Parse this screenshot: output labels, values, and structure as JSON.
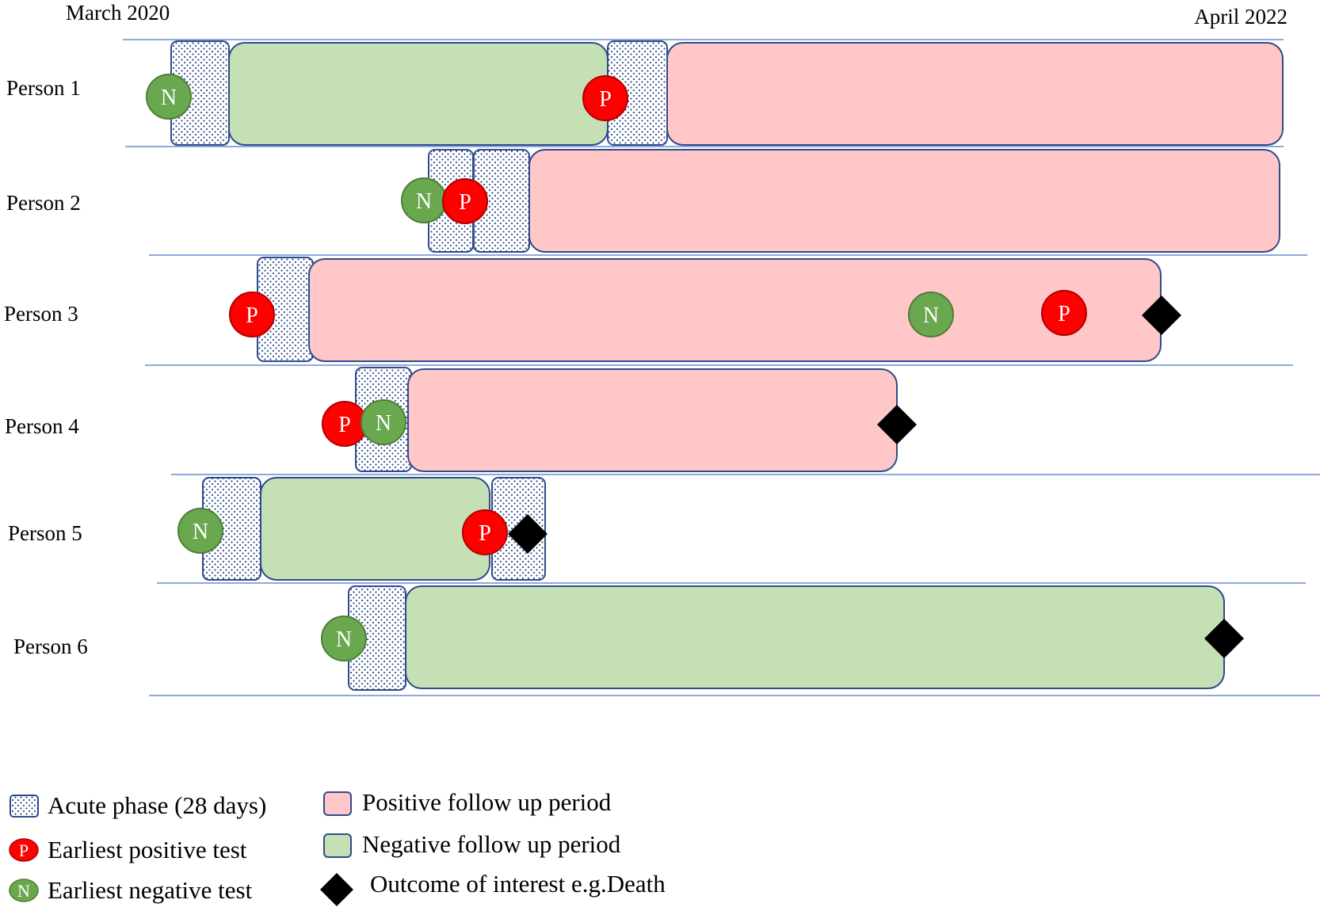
{
  "header": {
    "start_label": "March 2020",
    "end_label": "April 2022"
  },
  "markers": {
    "positive_letter": "P",
    "negative_letter": "N"
  },
  "colors": {
    "positive_fill": "#ffc7c7",
    "negative_fill": "#c5e0b4",
    "bar_stroke": "#2f4b8c",
    "acute_dot": "#2f4b8c",
    "positive_marker": "#ff0000",
    "negative_marker": "#6aa84f",
    "outcome": "#000000",
    "divider": "#8ea9db"
  },
  "persons": [
    {
      "label": "Person 1"
    },
    {
      "label": "Person 2"
    },
    {
      "label": "Person 3"
    },
    {
      "label": "Person 4"
    },
    {
      "label": "Person 5"
    },
    {
      "label": "Person 6"
    }
  ],
  "legend": {
    "acute": "Acute phase (28 days)",
    "earliest_positive": "Earliest positive test",
    "earliest_negative": "Earliest negative test",
    "positive_period": "Positive follow up period",
    "negative_period": "Negative follow up period",
    "outcome": "Outcome of interest  e.g.Death"
  }
}
